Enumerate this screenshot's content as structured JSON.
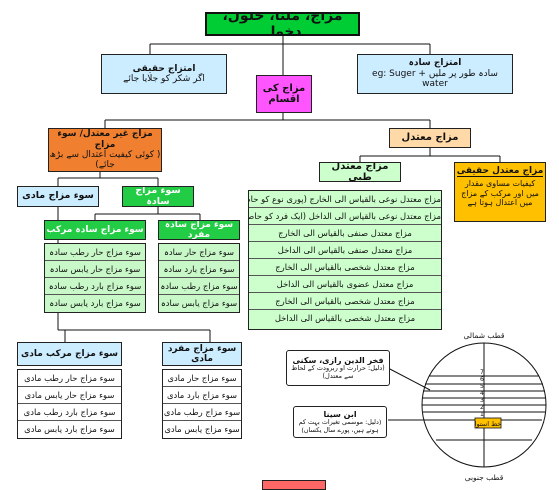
{
  "title": "مزاج، ملنا، حلول، دخول",
  "aqsam": "مزاج کی اقسام",
  "haqiqi": {
    "title": "امتزاج حقیقی",
    "sub": "اگر شکر کو جلایا جائے"
  },
  "sada": {
    "title": "امتزاج سادہ",
    "sub": "سادہ طور پر ملیں eg: Suger + water"
  },
  "ghair_motadil": {
    "title": "مزاج غیر معتدل/ سوء مزاج",
    "sub": "( کوئی کیفیت اعتدال سے بڑھ جائے)"
  },
  "motadil": "مزاج معتدل",
  "motadil_tibbi": "مزاج معتدل طبی",
  "motadil_haqiqi": {
    "title": "مزاج معتدل حقیقی",
    "sub": "کیفیات مساوی مقدار میں اور مرکب کے مزاج میں اعتدال ہوتا ہے"
  },
  "tibbi_items": [
    "مزاج معتدل نوعی بالقیاس الی الخارج (پوری نوع کو حاصل)",
    "مزاج معتدل نوعی بالقیاس الی الداخل (ایک فرد کو حاصل)",
    "مزاج معتدل صنفی بالقیاس الی الخارج",
    "مزاج معتدل صنفی بالقیاس الی الداخل",
    "مزاج معتدل شخصی بالقیاس الی الخارج",
    "مزاج معتدل عضوی بالقیاس الی الداخل",
    "مزاج معتدل شخصی بالقیاس الی الخارج",
    "مزاج معتدل شخصی بالقیاس الی الداخل"
  ],
  "su_madi": "سوء مزاج مادی",
  "su_sada": "سوء مزاج سادہ",
  "sada_murakkab": {
    "title": "سوء مزاج سادہ مرکب",
    "items": [
      "سوء مزاج حار رطب سادہ",
      "سوء مزاج حار یابس سادہ",
      "سوء مزاج بارد رطب سادہ",
      "سوء مزاج بارد یابس سادہ"
    ]
  },
  "sada_mufrad": {
    "title": "سوء مزاج سادہ مفرد",
    "items": [
      "سوء مزاج حار سادہ",
      "سوء مزاج بارد سادہ",
      "سوء مزاج رطب سادہ",
      "سوء مزاج یابس سادہ"
    ]
  },
  "murakkab_madi": {
    "title": "سوء مزاج مرکب مادی",
    "items": [
      "سوء مزاج حار رطب مادی",
      "سوء مزاج حار یابس مادی",
      "سوء مزاج بارد رطب مادی",
      "سوء مزاج بارد یابس مادی"
    ]
  },
  "mufrad_madi": {
    "title": "سوء مزاج مفرد مادی",
    "items": [
      "سوء مزاج حار مادی",
      "سوء مزاج بارد مادی",
      "سوء مزاج رطب مادی",
      "سوء مزاج یابس مادی"
    ]
  },
  "fakhr": {
    "name": "فخر الدین رازی، سکنی",
    "note": "(دلیل: حرارت او ربرودت کے لحاظ سے معتدل)"
  },
  "ibn_sina": {
    "name": "ابن سینا",
    "note": "(دلیل: موسمی تغیرات بہت کم ہوتے ہیں، پورے سال یکساں)"
  },
  "north_pole": "قطب شمالی",
  "south_pole": "قطب جنوبی",
  "equator": "خط استوا",
  "latitude_numbers": [
    "7",
    "6",
    "5",
    "4",
    "3",
    "2",
    "1"
  ],
  "colors": {
    "title_green": "#00cc33",
    "light_blue": "#ccecff",
    "magenta": "#ff55ff",
    "orange": "#f08030",
    "peach": "#ffd9a8",
    "light_green": "#ccffcc",
    "yellow": "#ffc000",
    "green": "#22cc44"
  }
}
